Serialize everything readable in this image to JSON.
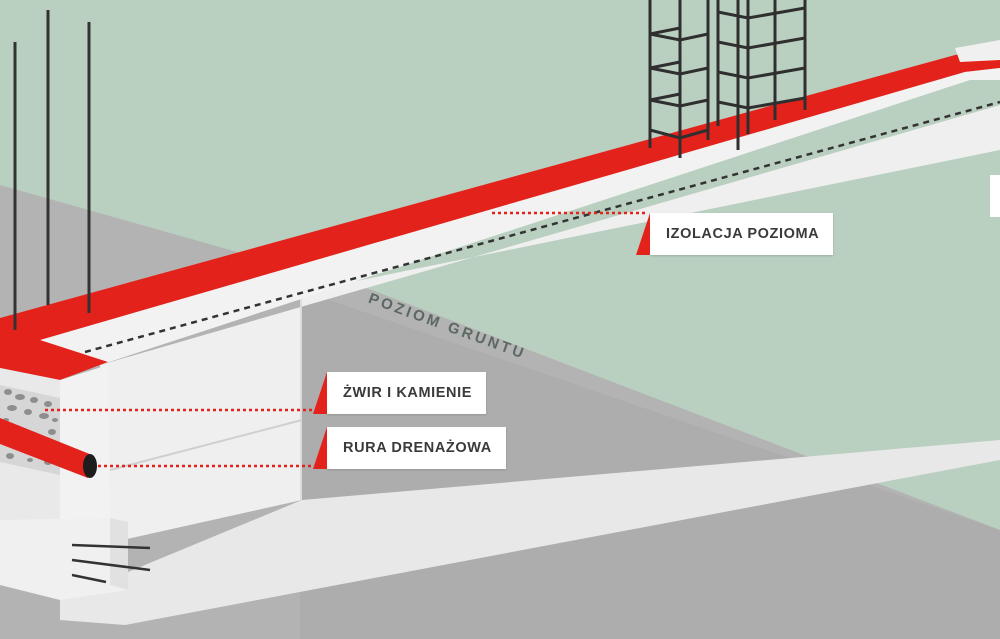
{
  "labels": {
    "horizontal_insulation": "IZOLACJA POZIOMA",
    "gravel_and_stones": "ŻWIR I KAMIENIE",
    "drain_pipe": "RURA DRENAŻOWA",
    "ground_level": "POZIOM GRUNTU"
  },
  "colors": {
    "background": "#b9cfc0",
    "ground": "#b3b3b3",
    "concrete": "#eeeeee",
    "insulation": "#e3231b",
    "rebar": "#3a3a3a",
    "leader": "#e3231b"
  }
}
